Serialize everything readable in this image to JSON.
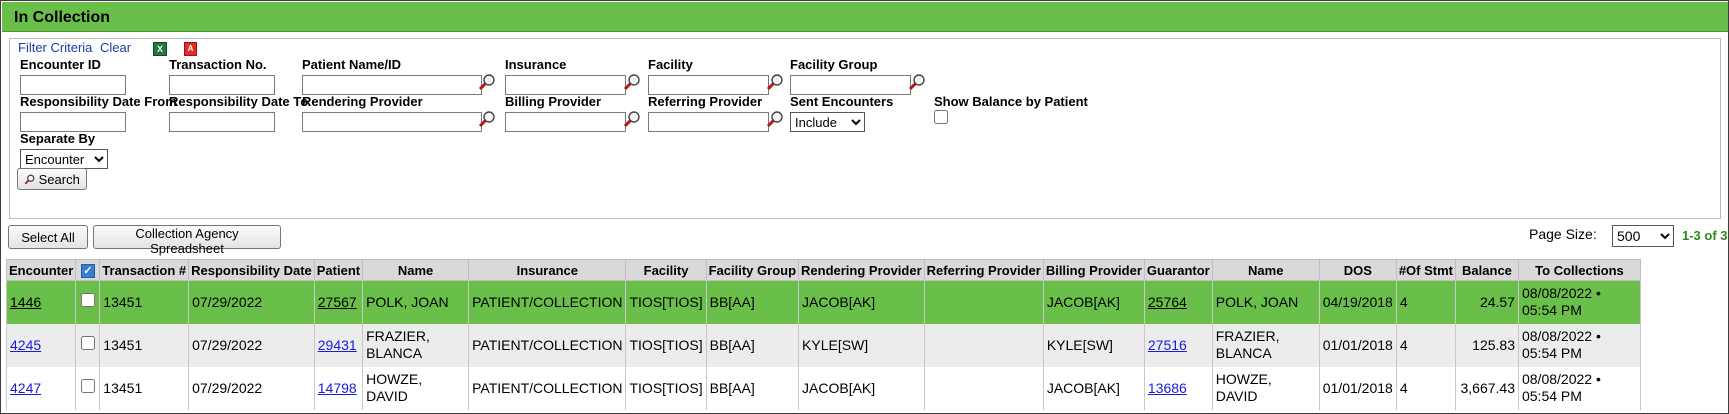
{
  "title": "In Collection",
  "filter": {
    "heading": "Filter Criteria",
    "clear": "Clear",
    "fields": {
      "encounter_id": {
        "label": "Encounter ID",
        "value": ""
      },
      "transaction_no": {
        "label": "Transaction No.",
        "value": ""
      },
      "patient": {
        "label": "Patient Name/ID",
        "value": ""
      },
      "insurance": {
        "label": "Insurance",
        "value": ""
      },
      "facility": {
        "label": "Facility",
        "value": ""
      },
      "facility_group": {
        "label": "Facility Group",
        "value": ""
      },
      "resp_from": {
        "label": "Responsibility Date From",
        "value": ""
      },
      "resp_to": {
        "label": "Responsibility Date To",
        "value": ""
      },
      "rendering": {
        "label": "Rendering Provider",
        "value": ""
      },
      "billing": {
        "label": "Billing Provider",
        "value": ""
      },
      "referring": {
        "label": "Referring Provider",
        "value": ""
      },
      "sent": {
        "label": "Sent Encounters",
        "value": "Include"
      },
      "show_balance": {
        "label": "Show Balance by Patient",
        "checked": false
      },
      "separate_by": {
        "label": "Separate By",
        "value": "Encounter"
      }
    },
    "search": "Search"
  },
  "toolbar": {
    "select_all": "Select All",
    "spreadsheet": "Collection Agency Spreadsheet",
    "page_size_label": "Page Size:",
    "page_size": "500",
    "count": "1-3 of 3"
  },
  "table": {
    "headers": [
      "Encounter",
      "",
      "Transaction #",
      "Responsibility Date",
      "Patient",
      "Name",
      "Insurance",
      "Facility",
      "Facility Group",
      "Rendering Provider",
      "Referring Provider",
      "Billing Provider",
      "Guarantor",
      "Name",
      "DOS",
      "#Of Stmt",
      "Balance",
      "To Collections"
    ],
    "rows": [
      {
        "encounter": "1446",
        "transaction": "13451",
        "resp_date": "07/29/2022",
        "patient": "27567",
        "name": "POLK, JOAN",
        "insurance": "PATIENT/COLLECTION",
        "facility": "TIOS[TIOS]",
        "facility_group": "BB[AA]",
        "rendering": "JACOB[AK]",
        "referring": "",
        "billing": "JACOB[AK]",
        "guarantor": "25764",
        "g_name": "POLK, JOAN",
        "dos": "04/19/2018",
        "stmt": "4",
        "balance": "24.57",
        "to_collections": "08/08/2022 • 05:54 PM"
      },
      {
        "encounter": "4245",
        "transaction": "13451",
        "resp_date": "07/29/2022",
        "patient": "29431",
        "name": "FRAZIER, BLANCA",
        "insurance": "PATIENT/COLLECTION",
        "facility": "TIOS[TIOS]",
        "facility_group": "BB[AA]",
        "rendering": "KYLE[SW]",
        "referring": "",
        "billing": "KYLE[SW]",
        "guarantor": "27516",
        "g_name": "FRAZIER, BLANCA",
        "dos": "01/01/2018",
        "stmt": "4",
        "balance": "125.83",
        "to_collections": "08/08/2022 • 05:54 PM"
      },
      {
        "encounter": "4247",
        "transaction": "13451",
        "resp_date": "07/29/2022",
        "patient": "14798",
        "name": "HOWZE, DAVID",
        "insurance": "PATIENT/COLLECTION",
        "facility": "TIOS[TIOS]",
        "facility_group": "BB[AA]",
        "rendering": "JACOB[AK]",
        "referring": "",
        "billing": "JACOB[AK]",
        "guarantor": "13686",
        "g_name": "HOWZE, DAVID",
        "dos": "01/01/2018",
        "stmt": "4",
        "balance": "3,667.43",
        "to_collections": "08/08/2022 • 05:54 PM"
      }
    ]
  },
  "colors": {
    "header_green": "#6abf4b",
    "link_blue": "#1a1ae0",
    "count_green": "#2a8a1a"
  }
}
